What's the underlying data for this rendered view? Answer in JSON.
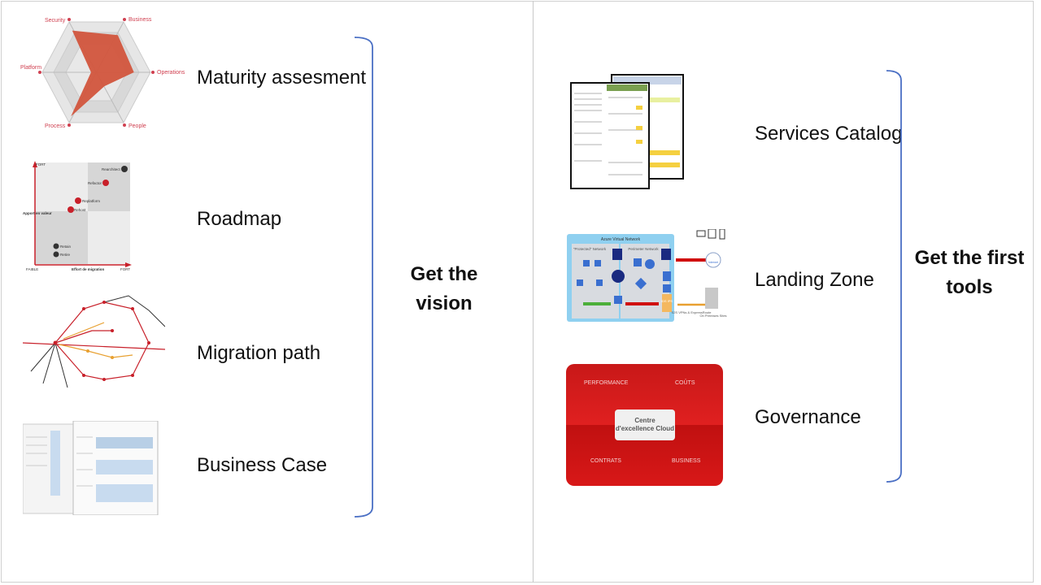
{
  "left": {
    "items": [
      {
        "label": "Maturity assesment"
      },
      {
        "label": "Roadmap"
      },
      {
        "label": "Migration path"
      },
      {
        "label": "Business Case"
      }
    ],
    "summary": "Get the vision",
    "radar": {
      "axes": [
        "Security",
        "Business",
        "Operations",
        "People",
        "Process",
        "Platform"
      ],
      "values": [
        0.9,
        0.8,
        0.7,
        0.3,
        0.95,
        0.1
      ],
      "color": "#d2553d"
    },
    "roadmap": {
      "y_axis": "Apport en valeur",
      "x_axis": "Effort de migration",
      "high": "FORT",
      "low": "FAIBLE",
      "points": [
        {
          "name": "Rearchitect",
          "color": "#333333"
        },
        {
          "name": "Refactor",
          "color": "#c8202a"
        },
        {
          "name": "Replatform",
          "color": "#c8202a"
        },
        {
          "name": "Rehost",
          "color": "#c8202a"
        },
        {
          "name": "Retain",
          "color": "#333333"
        },
        {
          "name": "Retire",
          "color": "#333333"
        }
      ]
    }
  },
  "right": {
    "items": [
      {
        "label": "Services Catalog"
      },
      {
        "label": "Landing Zone"
      },
      {
        "label": "Governance"
      }
    ],
    "summary": "Get the first tools",
    "landing_zone": {
      "title": "Azure Virtual Network",
      "protected": "\"Protected\" Network",
      "perimeter": "Perimeter Network",
      "internet": "Internet",
      "vpn": "S2S VPNs & ExpressRoute",
      "onprem": "On Premises Sites",
      "ids": "IDS IPS"
    },
    "governance": {
      "performance": "PERFORMANCE",
      "costs": "COÛTS",
      "center": "Centre d'excellence Cloud",
      "contracts": "CONTRATS",
      "business": "BUSINESS"
    }
  },
  "colors": {
    "bracket": "#4a6fc4",
    "red": "#c8202a"
  }
}
